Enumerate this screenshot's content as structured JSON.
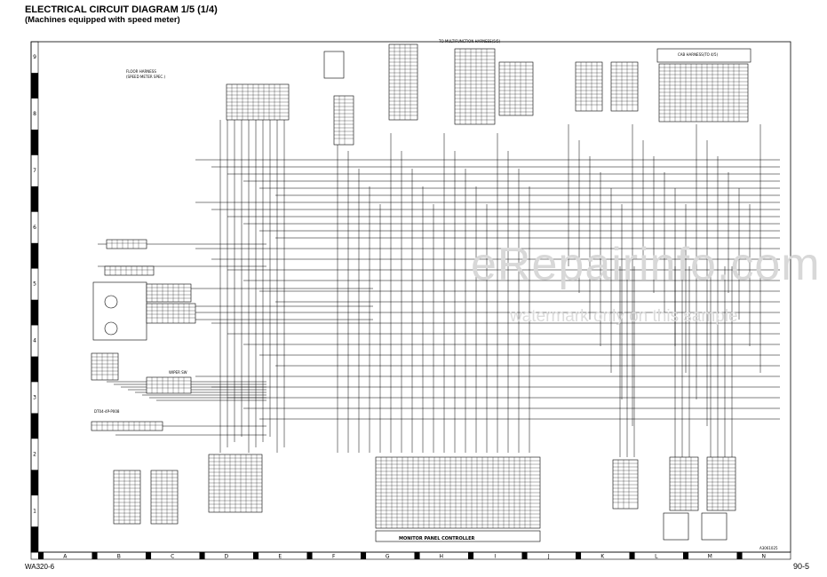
{
  "title": "ELECTRICAL CIRCUIT DIAGRAM 1/5 (1/4)",
  "subtitle": "(Machines equipped with speed meter)",
  "footer": {
    "model": "WA320-6",
    "page": "90-5"
  },
  "watermark": {
    "main": "eRepairinfo.com",
    "sub": "watermark only on this sample"
  },
  "grid": {
    "columns": [
      "A",
      "B",
      "C",
      "D",
      "E",
      "F",
      "G",
      "H",
      "I",
      "J",
      "K",
      "L",
      "M",
      "N"
    ],
    "rows": [
      "1",
      "2",
      "3",
      "4",
      "5",
      "6",
      "7",
      "8",
      "9"
    ]
  },
  "labels": {
    "floor_harness": "FLOOR HARNESS",
    "speed_meter_spec": "(SPEED METER SPEC.)",
    "to_multifunction": "TO MULTIFUNCTION HARNESS(5/5)",
    "cab_harness": "CAB HARNESS(TO 4/5)",
    "monitor_panel_controller": "MONITOR PANEL CONTROLLER",
    "wiper_sw": "WIPER SW",
    "dt04": "DT04-4P-P008",
    "drawing_number": "A3061025"
  }
}
